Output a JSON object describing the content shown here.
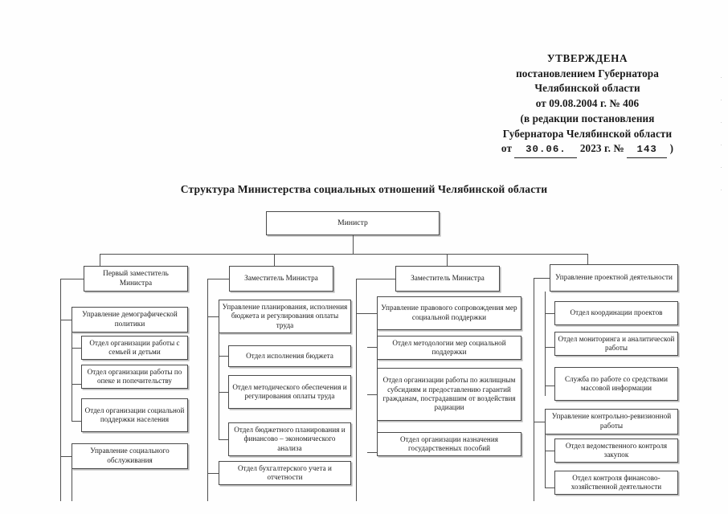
{
  "document": {
    "approval": {
      "line1": "УТВЕРЖДЕНА",
      "line2": "постановлением Губернатора",
      "line3": "Челябинской области",
      "line4": "от 09.08.2004 г. № 406",
      "line5": "(в редакции постановления",
      "line6": "Губернатора Челябинской области",
      "line7_prefix": "от",
      "line7_date": "30.06.",
      "line7_year": "2023 г. №",
      "line7_number": "143",
      "line7_suffix": ")"
    },
    "chart_title": "Структура Министерства социальных отношений Челябинской области"
  },
  "org_chart": {
    "root": {
      "label": "Министр"
    },
    "columns": [
      {
        "head": {
          "label": "Первый заместитель Министра"
        },
        "groups": [
          {
            "label": "Управление демографической политики",
            "children": [
              {
                "label": "Отдел организации работы с семьей и детьми"
              },
              {
                "label": "Отдел организации работы по опеке и попечительству"
              },
              {
                "label": "Отдел организации социальной поддержки населения"
              }
            ]
          },
          {
            "label": "Управление социального обслуживания",
            "children": []
          }
        ]
      },
      {
        "head": {
          "label": "Заместитель Министра"
        },
        "groups": [
          {
            "label": "Управление планирования, исполнения бюджета и регулирования оплаты труда",
            "children": [
              {
                "label": "Отдел исполнения бюджета"
              },
              {
                "label": "Отдел методического обеспечения и регулирования оплаты труда"
              },
              {
                "label": "Отдел бюджетного планирования и финансово – экономического анализа"
              }
            ]
          },
          {
            "label": "Отдел бухгалтерского учета и отчетности",
            "children": []
          }
        ]
      },
      {
        "head": {
          "label": "Заместитель Министра"
        },
        "groups": [
          {
            "label": "Управление правового сопровождения мер социальной поддержки",
            "children": [
              {
                "label": "Отдел методологии мер социальной поддержки"
              },
              {
                "label": "Отдел организации работы по жилищным субсидиям и предоставлению гарантий гражданам, пострадавшим от воздействия радиации"
              },
              {
                "label": "Отдел организации назначения государственных пособий"
              }
            ]
          }
        ]
      },
      {
        "head": {
          "label": "Управление проектной деятельности"
        },
        "groups": [
          {
            "label": "",
            "children": [
              {
                "label": "Отдел координации проектов"
              },
              {
                "label": "Отдел мониторинга и аналитической работы"
              },
              {
                "label": "Служба по работе со средствами массовой информации"
              }
            ]
          },
          {
            "label": "Управление контрольно-ревизионной работы",
            "children": [
              {
                "label": "Отдел ведомственного контроля закупок"
              },
              {
                "label": "Отдел контроля финансово-хозяйственной деятельности"
              }
            ]
          }
        ]
      }
    ]
  }
}
